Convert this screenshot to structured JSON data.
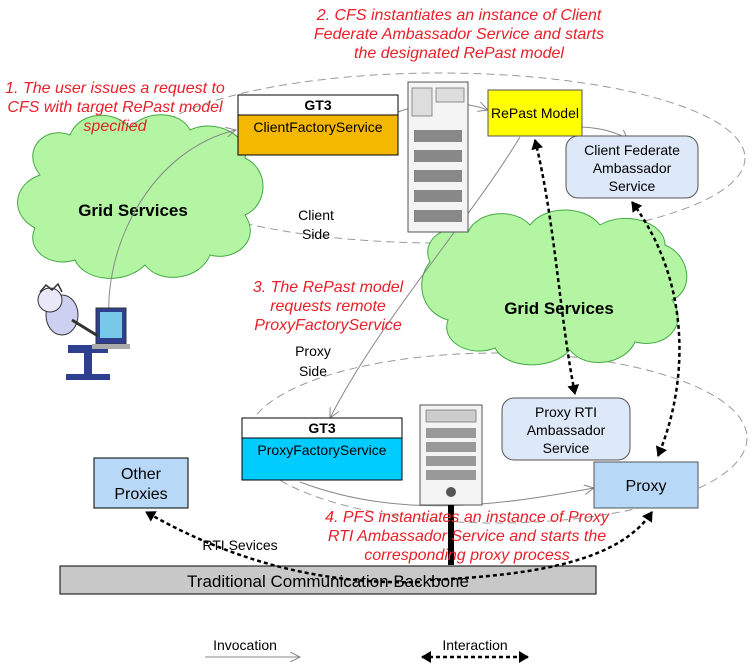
{
  "colors": {
    "annotation_red": "#e8202a",
    "cloud_green": "#b3f5a3",
    "gt3_orange": "#f5b800",
    "gt3_cyan": "#00ccff",
    "repast_yellow": "#ffff00",
    "service_blue": "#dde8f8",
    "proxy_blue": "#b8d8f8",
    "backbone_gray": "#c8c8c8"
  },
  "annotations": {
    "step1": [
      "1. The user issues a request to",
      "CFS with target RePast model",
      "specified"
    ],
    "step2": [
      "2. CFS instantiates an instance of Client",
      "Federate Ambassador Service and starts",
      "the designated RePast model"
    ],
    "step3": [
      "3. The RePast model",
      "requests remote",
      "ProxyFactoryService"
    ],
    "step4": [
      "4. PFS instantiates an instance of Proxy",
      "RTI Ambassador Service and starts the",
      "corresponding proxy process"
    ]
  },
  "clouds": {
    "left": "Grid Services",
    "right": "Grid Services"
  },
  "client_side": {
    "label": [
      "Client",
      "Side"
    ],
    "gt3_header": "GT3",
    "factory_service": "ClientFactoryService",
    "repast_model": "RePast Model",
    "ambassador": [
      "Client Federate",
      "Ambassador",
      "Service"
    ]
  },
  "proxy_side": {
    "label": [
      "Proxy",
      "Side"
    ],
    "gt3_header": "GT3",
    "factory_service": "ProxyFactoryService",
    "ambassador": [
      "Proxy RTI",
      "Ambassador",
      "Service"
    ],
    "proxy": "Proxy"
  },
  "other_proxies": [
    "Other",
    "Proxies"
  ],
  "rti_services": "RTI Sevices",
  "backbone": "Traditional Communication Backbone",
  "legend": {
    "invocation": "Invocation",
    "interaction": "Interaction"
  },
  "icons": {
    "user": "user-at-computer-icon",
    "server1": "server-tower-icon",
    "server2": "server-rack-icon"
  }
}
